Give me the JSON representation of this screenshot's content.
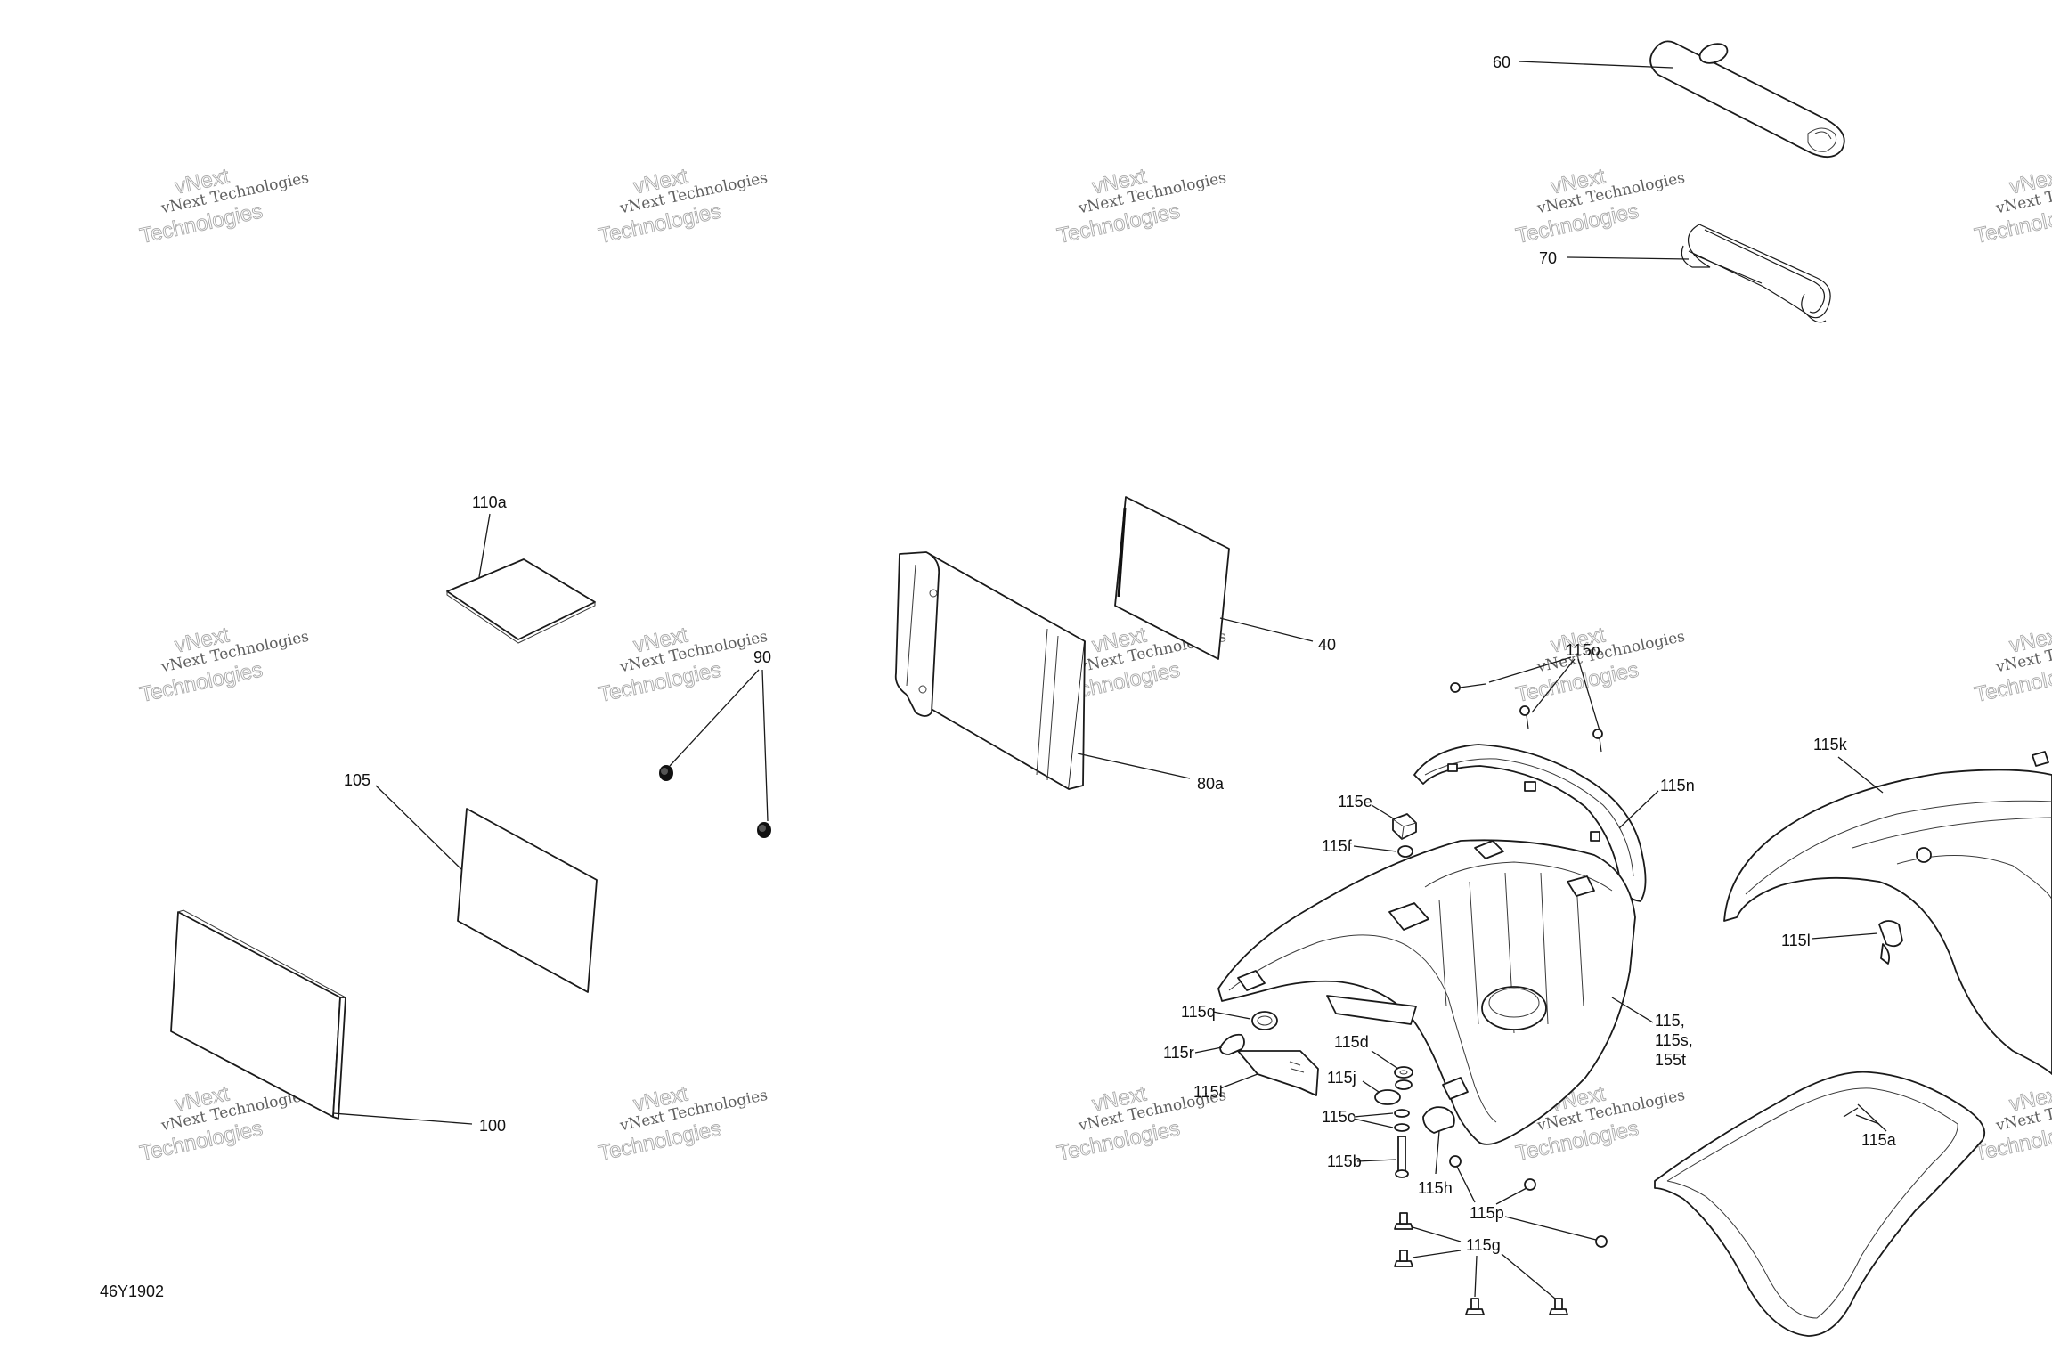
{
  "diagram": {
    "reference_code": "46Y1902",
    "watermark": {
      "brand_top": "vNext",
      "line1": "vNext Technologies",
      "line2": "Technologies"
    },
    "callouts": {
      "c60": "60",
      "c70": "70",
      "c110a": "110a",
      "c90": "90",
      "c40": "40",
      "c80a": "80a",
      "c105": "105",
      "c100": "100",
      "c115o": "115o",
      "c115n": "115n",
      "c115k": "115k",
      "c115e": "115e",
      "c115f": "115f",
      "c115l": "115l",
      "c115_1": "115,",
      "c115_2": "115s,",
      "c115_3": "155t",
      "c115q": "115q",
      "c115r": "115r",
      "c115i": "115i",
      "c115d": "115d",
      "c115j": "115j",
      "c115c": "115c",
      "c115b": "115b",
      "c115h": "115h",
      "c115p": "115p",
      "c115g": "115g",
      "c115a": "115a"
    }
  }
}
